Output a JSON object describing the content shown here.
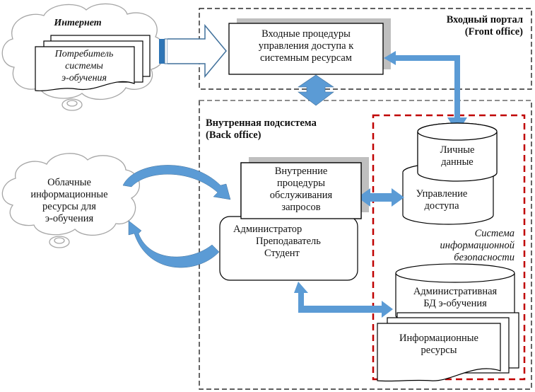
{
  "colors": {
    "arrow_blue": "#5b9bd5",
    "arrow_blue_dark": "#41719c",
    "security_border": "#c00000",
    "dash_black": "#000000",
    "dash_gray": "#7f7f7f",
    "shadow_gray": "#bfbfbf",
    "cloud_gray": "#a6a6a6"
  },
  "internet_cloud": {
    "title": "Интернет",
    "doc_lines": [
      "Потребитель",
      "системы",
      "э-обучения"
    ]
  },
  "front_office": {
    "title_line1": "Входный портал",
    "title_line2": "(Front office)",
    "box_lines": [
      "Входные процедуры",
      "управления доступа к",
      "системным ресурсам"
    ]
  },
  "back_office": {
    "title_line1": "Внутренная подсистема",
    "title_line2": "(Back office)",
    "internal_box_lines": [
      "Внутренние",
      "процедуры",
      "обслуживания",
      "запросов"
    ],
    "users_lines": [
      "Администратор",
      "Преподаватель",
      "Студент"
    ]
  },
  "cloud_resources": {
    "lines": [
      "Облачные",
      "информационные",
      "ресурсы для",
      "э-обучения"
    ]
  },
  "security_system": {
    "label_lines": [
      "Система",
      "информационной",
      "безопасности"
    ],
    "personal_data_lines": [
      "Личные",
      "данные"
    ],
    "access_control_lines": [
      "Управление",
      "доступа"
    ],
    "admin_db_lines": [
      "Административная",
      "БД э-обучения"
    ],
    "info_resources_lines": [
      "Информационные",
      "ресурсы"
    ]
  }
}
